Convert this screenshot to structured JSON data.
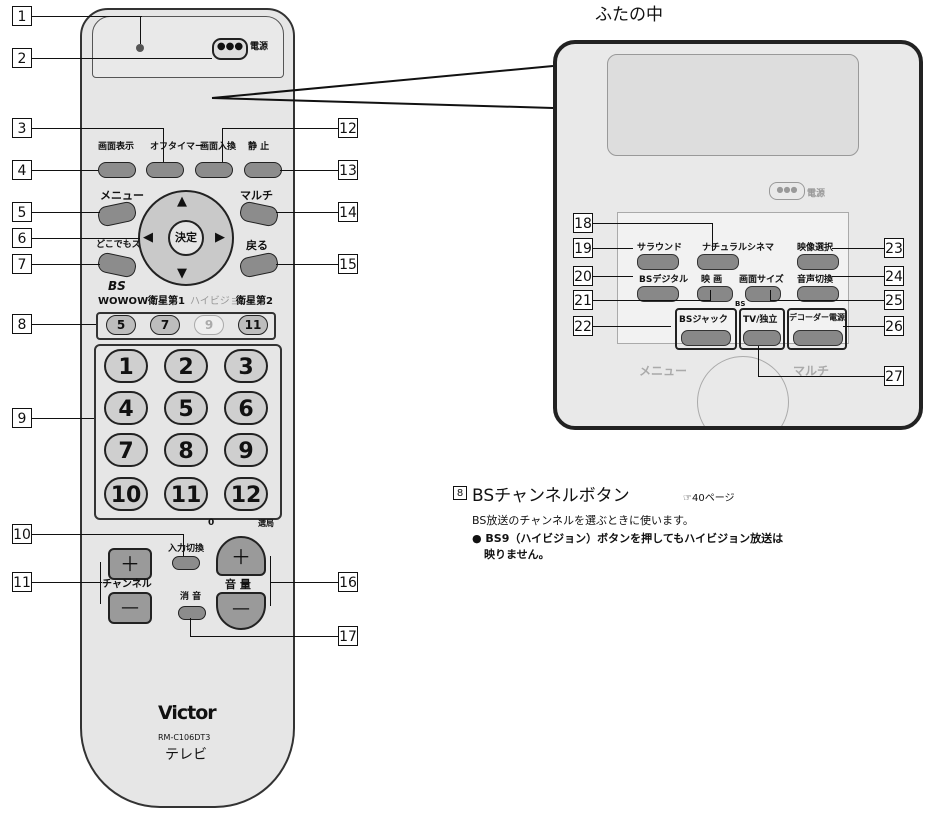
{
  "inset_title": "ふたの中",
  "remote": {
    "power_label": "電源",
    "labels": {
      "screen_display": "画面表示",
      "off_timer": "オフタイマー",
      "screen_input": "画面入換",
      "still": "静 止",
      "menu": "メニュー",
      "multi": "マルチ",
      "doko_zoom": "どこでもズーム",
      "back": "戻る",
      "enter": "決定",
      "bs": "BS",
      "wowow": "WOWOW",
      "sat1": "衛星第1",
      "hivision": "ハイビジョン",
      "sat2": "衛星第2",
      "input_switch": "入力切換",
      "channel": "チャンネル",
      "volume": "音 量",
      "mute": "消 音",
      "zero": "0",
      "select": "選局",
      "plus": "＋",
      "minus": "—"
    },
    "bs_buttons": [
      "5",
      "7",
      "9",
      "11"
    ],
    "numpad": [
      "1",
      "2",
      "3",
      "4",
      "5",
      "6",
      "7",
      "8",
      "9",
      "10",
      "11",
      "12"
    ],
    "brand": "Victor",
    "model": "RM-C106DT3",
    "product": "テレビ"
  },
  "inset": {
    "power_label": "電源",
    "surround": "サラウンド",
    "natural_cinema": "ナチュラルシネマ",
    "video_select": "映像選択",
    "bs_digital": "BSデジタル",
    "movie": "映 画",
    "screen_size": "画面サイズ",
    "audio_switch": "音声切換",
    "bs_small": "BS",
    "bs_jack": "BSジャック",
    "tv_independent": "TV/独立",
    "decoder_power": "デコーダー電源",
    "menu_ghost": "メニュー",
    "multi_ghost": "マルチ"
  },
  "callouts": [
    "1",
    "2",
    "3",
    "4",
    "5",
    "6",
    "7",
    "8",
    "9",
    "10",
    "11",
    "12",
    "13",
    "14",
    "15",
    "16",
    "17",
    "18",
    "19",
    "20",
    "21",
    "22",
    "23",
    "24",
    "25",
    "26",
    "27"
  ],
  "desc": {
    "number": "8",
    "title": "BSチャンネルボタン",
    "ref": "☞40ページ",
    "body": "BS放送のチャンネルを選ぶときに使います。",
    "note1": "● BS9（ハイビジョン）ボタンを押してもハイビジョン放送は",
    "note2": "映りません。"
  }
}
